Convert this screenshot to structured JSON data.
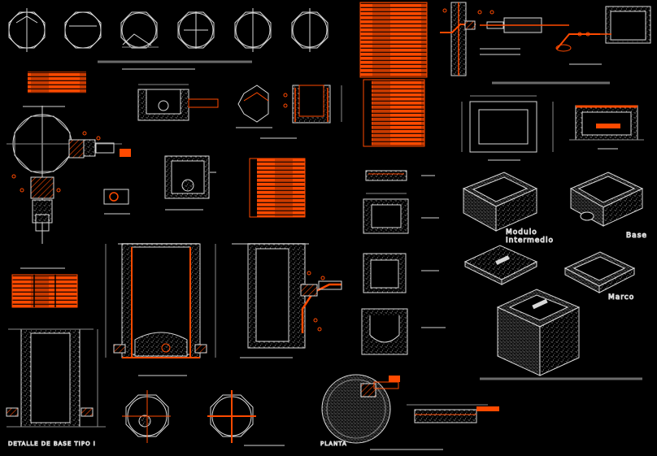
{
  "labels": {
    "modulo_line1": "Modulo",
    "modulo_line2": "Intermedio",
    "base": "Base",
    "marco": "Marco",
    "detalle": "DETALLE DE BASE TIPO I",
    "planta": "PLANTA"
  },
  "colors": {
    "accent": "#ff4a00",
    "line": "#d9d9d9",
    "dim": "#8a8a8a"
  }
}
